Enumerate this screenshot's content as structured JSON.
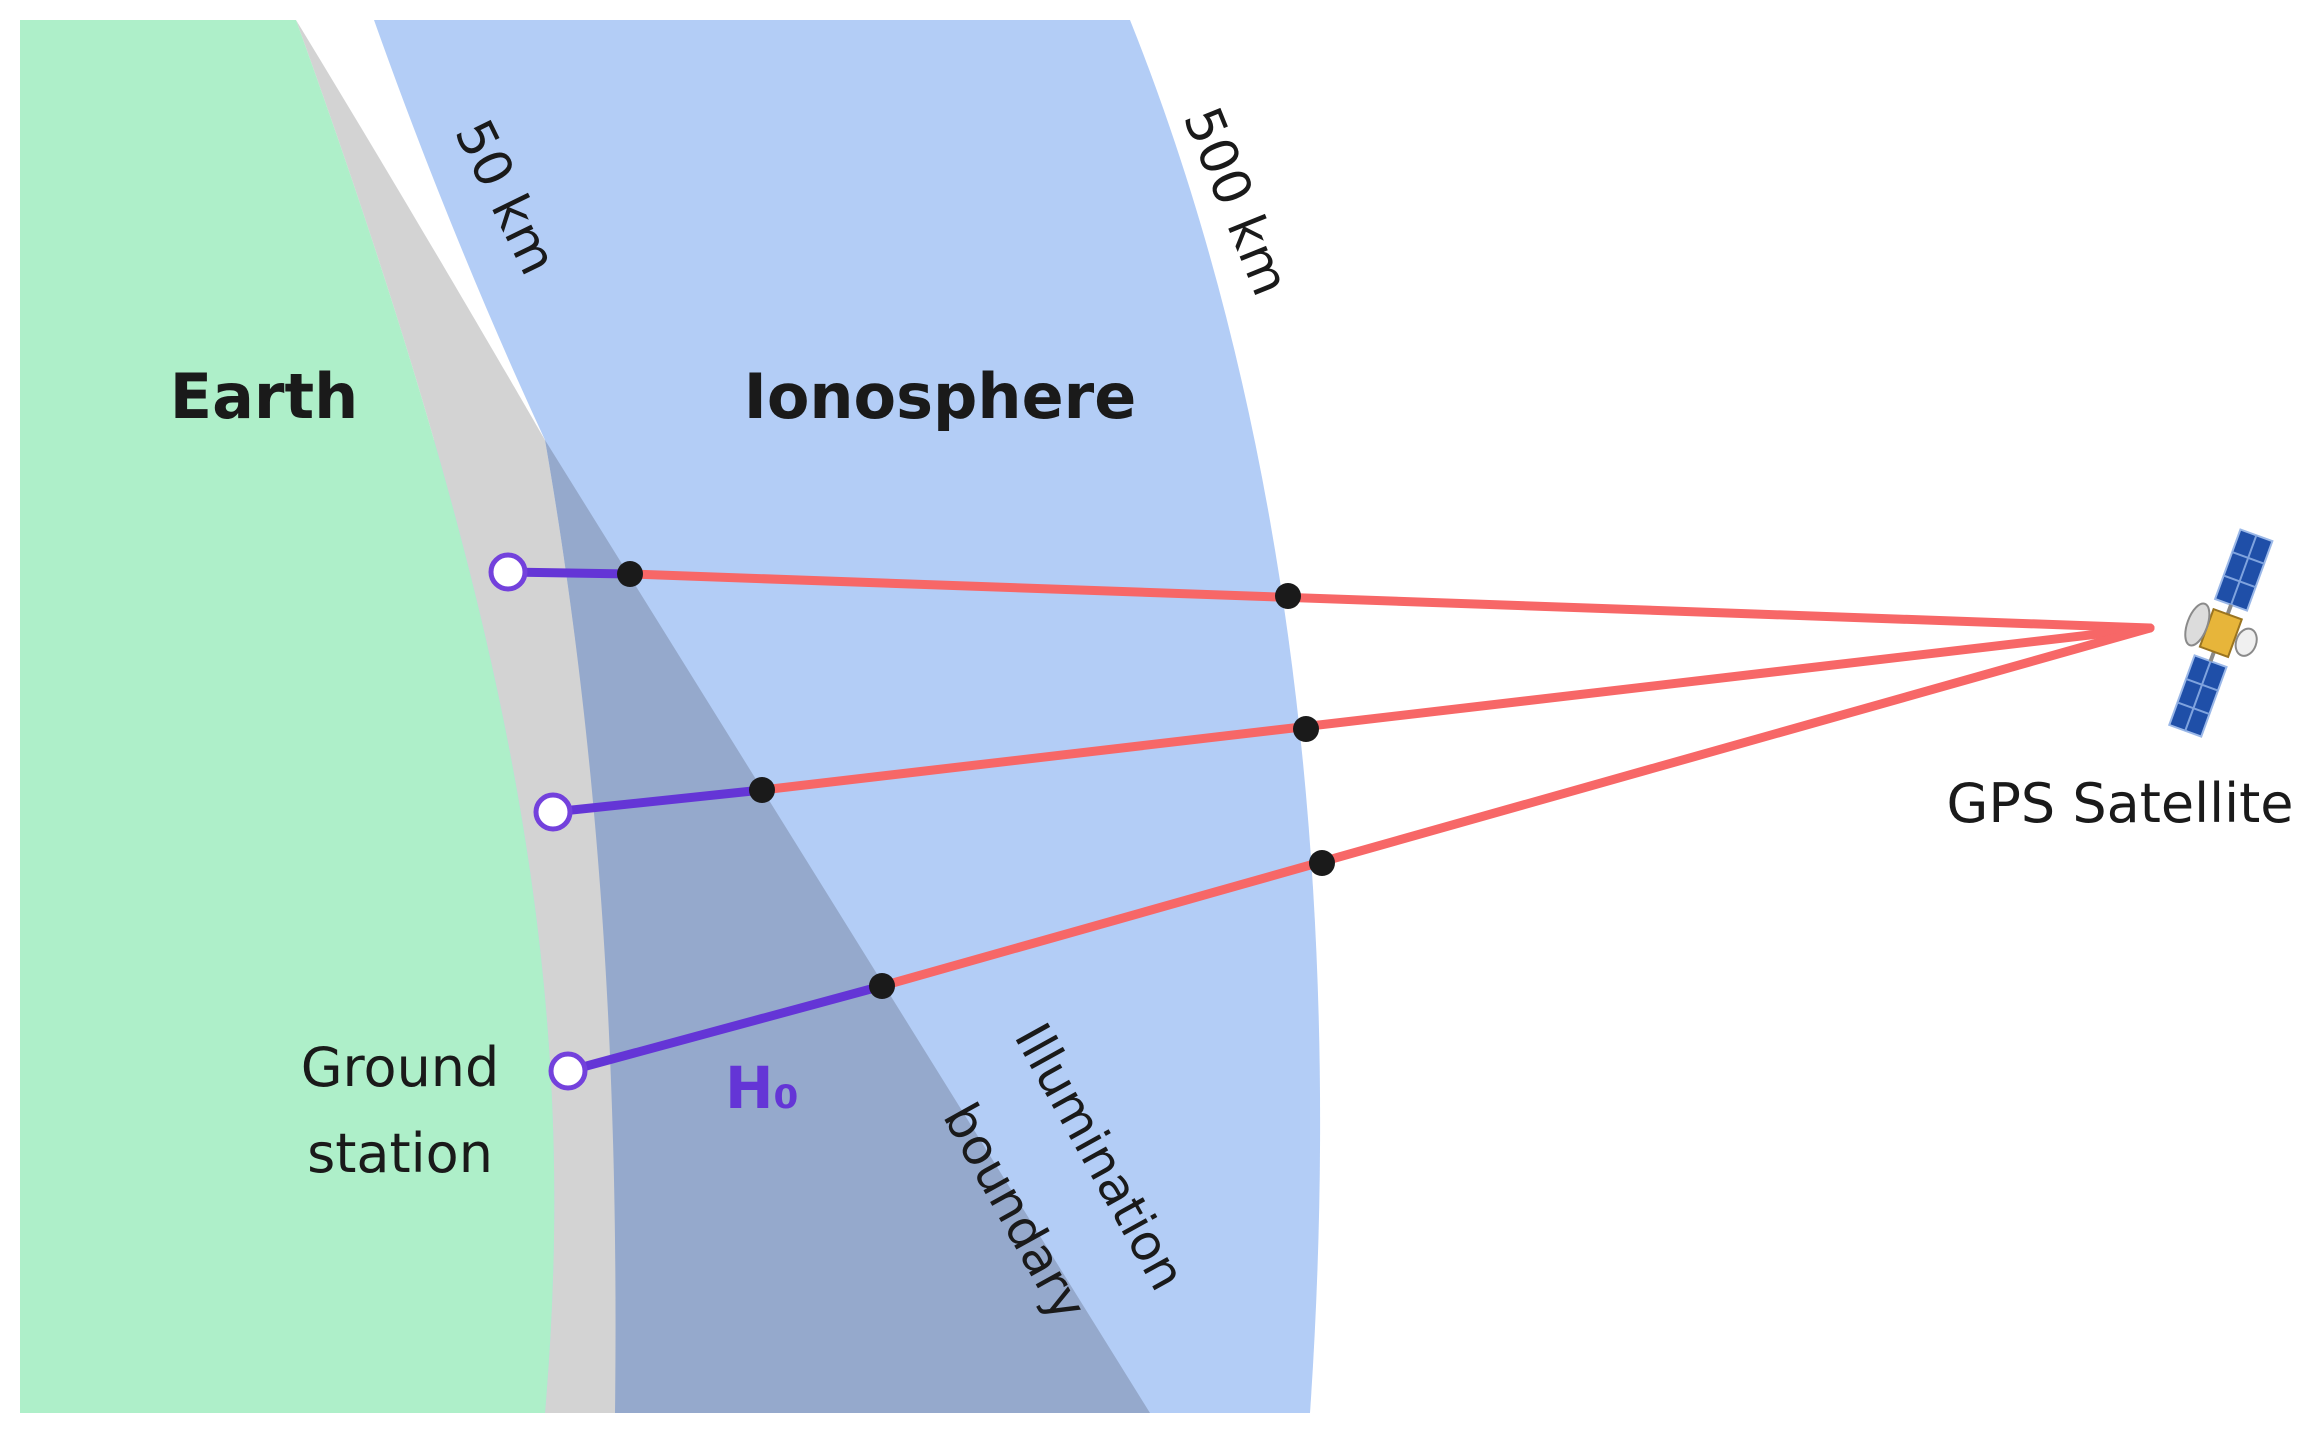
{
  "labels": {
    "earth": "Earth",
    "ionosphere": "Ionosphere",
    "km50": "50 km",
    "km500": "500 km",
    "gps_satellite": "GPS Satellite",
    "ground_station_line1": "Ground",
    "ground_station_line2": "station",
    "h0": "H₀",
    "illumination_line1": "Illumination",
    "illumination_line2": "boundary"
  },
  "colors": {
    "earth": "#aeefc9",
    "gray_layer": "#d3d3d3",
    "ionosphere": "#b3cdf6",
    "shadow": "#95a9cc",
    "signal_ray": "#f76767",
    "ground_path": "#6435d6",
    "pierce_point": "#1a1a1a",
    "station_marker": "#7341dc",
    "text": "#1a1a1a"
  },
  "icons": {
    "satellite": "satellite-icon"
  }
}
